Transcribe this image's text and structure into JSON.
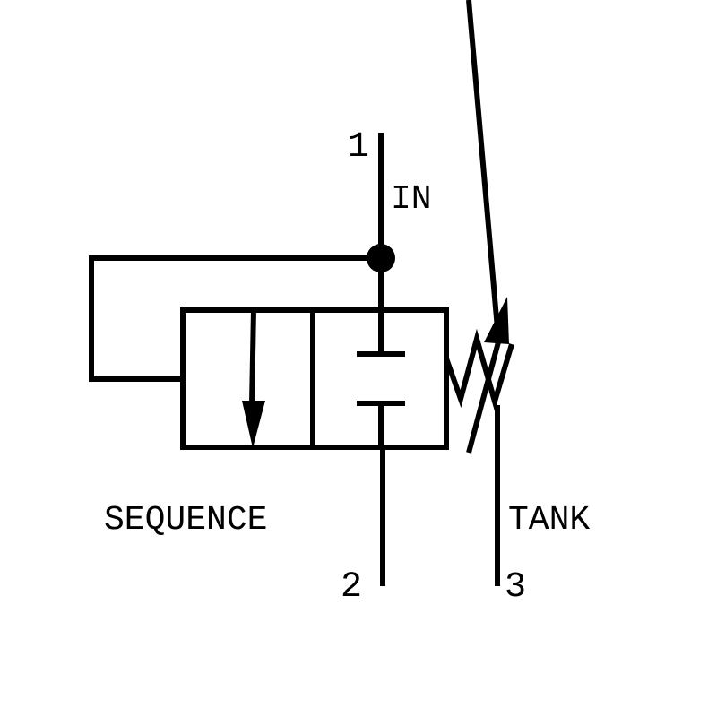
{
  "diagram": {
    "title": "Sequence valve hydraulic symbol",
    "stroke_color": "#000000",
    "background_color": "#ffffff",
    "labels": {
      "port1_number": "1",
      "port1_name": "IN",
      "port2_number": "2",
      "port3_number": "3",
      "port3_name": "TANK",
      "valve_name": "SEQUENCE"
    },
    "components": [
      {
        "id": "inlet-line",
        "type": "flow line",
        "from": "port 1",
        "to": "junction"
      },
      {
        "id": "junction",
        "type": "connection dot"
      },
      {
        "id": "pilot-line",
        "type": "pilot line",
        "from": "junction",
        "to": "valve left end"
      },
      {
        "id": "valve-envelope-left",
        "type": "valve envelope",
        "content": "flow arrow downward"
      },
      {
        "id": "valve-envelope-right",
        "type": "valve envelope",
        "content": "blocked passage"
      },
      {
        "id": "spring",
        "type": "adjustable spring"
      },
      {
        "id": "outlet-line",
        "type": "flow line",
        "to": "port 2"
      },
      {
        "id": "drain-line",
        "type": "drain line",
        "to": "port 3"
      }
    ]
  }
}
